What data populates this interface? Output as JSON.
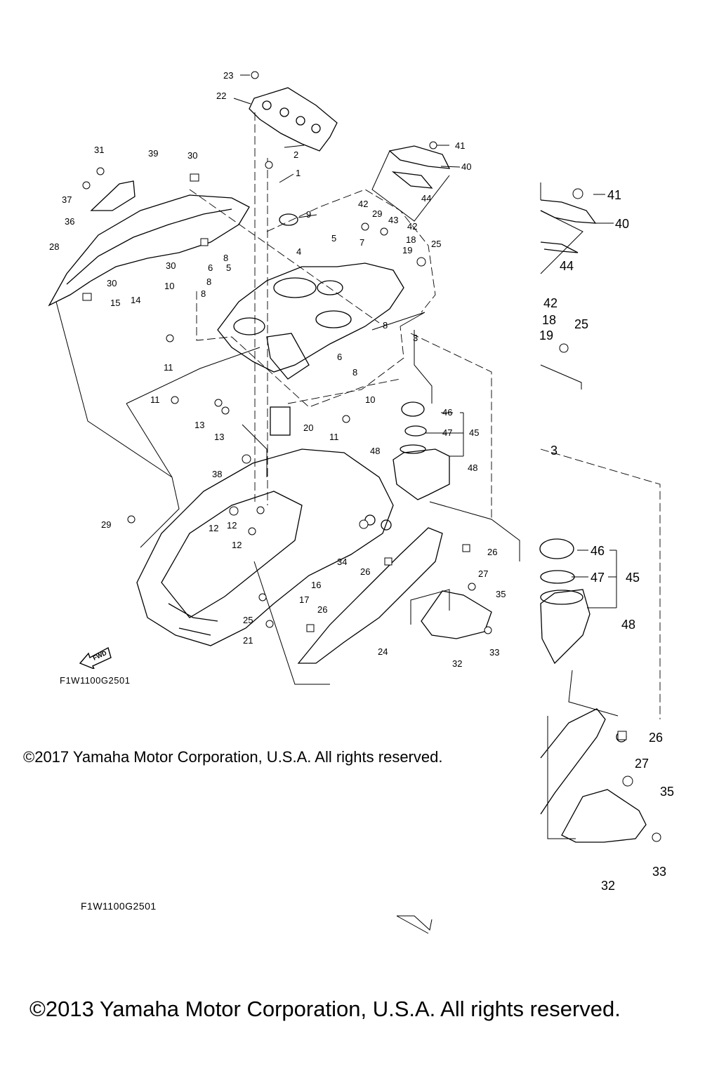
{
  "diagram_code_small": "F1W1100G2501",
  "diagram_code_large": "F1W1100G2501",
  "copyright_2017": "©2017 Yamaha Motor Corporation, U.S.A. All rights reserved.",
  "copyright_2013": "©2013 Yamaha Motor Corporation, U.S.A. All rights reserved.",
  "fwd_label": "FWD",
  "callouts_main": [
    "1",
    "2",
    "3",
    "4",
    "5",
    "5",
    "6",
    "6",
    "7",
    "8",
    "8",
    "8",
    "8",
    "8",
    "9",
    "10",
    "10",
    "11",
    "11",
    "11",
    "12",
    "12",
    "12",
    "13",
    "13",
    "14",
    "15",
    "16",
    "17",
    "18",
    "19",
    "20",
    "21",
    "22",
    "23",
    "24",
    "25",
    "25",
    "26",
    "26",
    "26",
    "27",
    "28",
    "29",
    "29",
    "30",
    "30",
    "30",
    "31",
    "32",
    "33",
    "34",
    "35",
    "36",
    "37",
    "38",
    "39",
    "40",
    "41",
    "42",
    "42",
    "43",
    "44",
    "45",
    "46",
    "47",
    "48",
    "48"
  ],
  "callouts_detail": [
    "41",
    "40",
    "44",
    "42",
    "18",
    "19",
    "25",
    "3",
    "46",
    "47",
    "45",
    "48",
    "26",
    "27",
    "35",
    "33",
    "32"
  ]
}
